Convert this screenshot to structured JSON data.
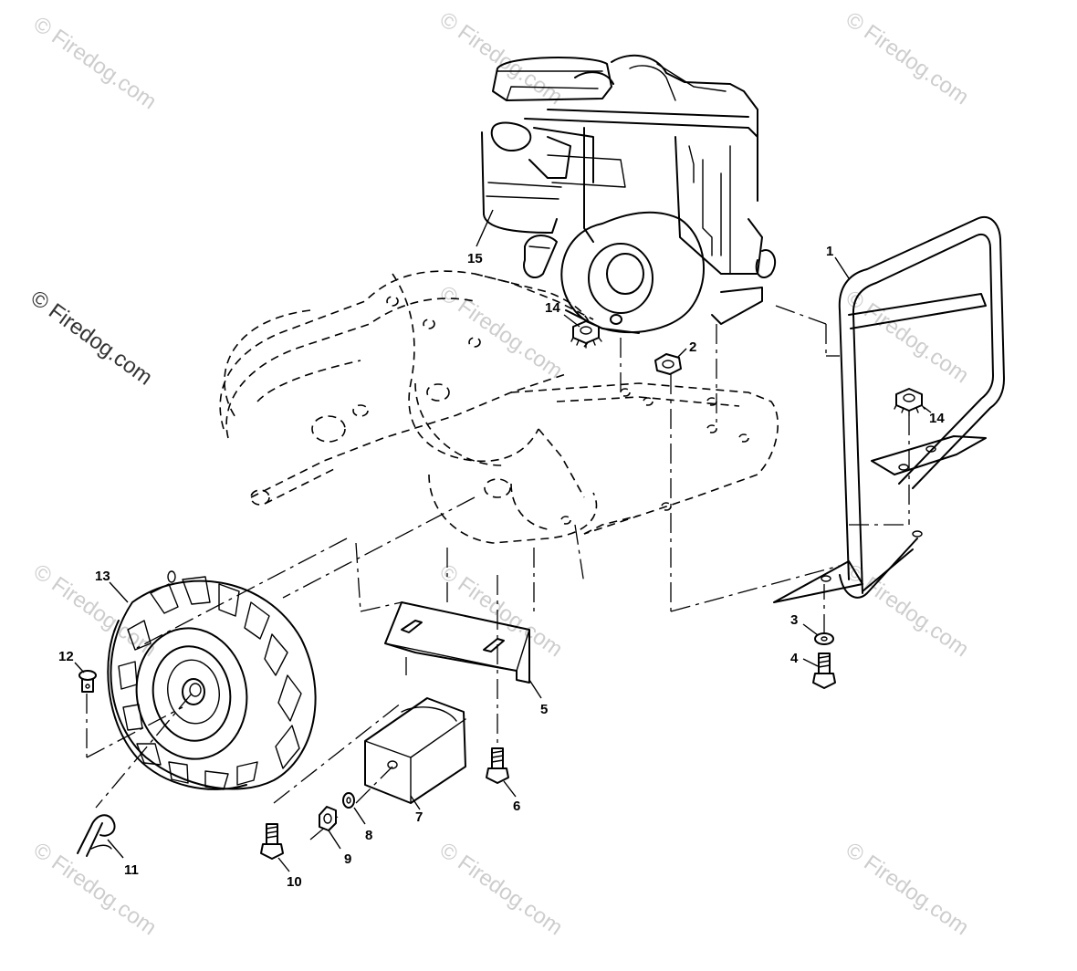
{
  "copyright_notice": "© Firedog.com",
  "watermark_text": "© Firedog.com",
  "callouts": [
    {
      "id": "c1",
      "number": "1",
      "part": "bumper-frame"
    },
    {
      "id": "c2",
      "number": "2",
      "part": "flange-nut"
    },
    {
      "id": "c3",
      "number": "3",
      "part": "washer"
    },
    {
      "id": "c4",
      "number": "4",
      "part": "hex-bolt"
    },
    {
      "id": "c5",
      "number": "5",
      "part": "mounting-bracket"
    },
    {
      "id": "c6",
      "number": "6",
      "part": "bracket-bolt"
    },
    {
      "id": "c7",
      "number": "7",
      "part": "weight-block"
    },
    {
      "id": "c8",
      "number": "8",
      "part": "lock-washer"
    },
    {
      "id": "c9",
      "number": "9",
      "part": "nut"
    },
    {
      "id": "c10",
      "number": "10",
      "part": "carriage-bolt"
    },
    {
      "id": "c11",
      "number": "11",
      "part": "hairpin-clip"
    },
    {
      "id": "c12",
      "number": "12",
      "part": "clevis-pin"
    },
    {
      "id": "c13",
      "number": "13",
      "part": "tire-wheel"
    },
    {
      "id": "c14a",
      "number": "14",
      "part": "lock-nut-engine"
    },
    {
      "id": "c14b",
      "number": "14",
      "part": "lock-nut-bumper"
    },
    {
      "id": "c15",
      "number": "15",
      "part": "engine"
    }
  ],
  "colors": {
    "ink": "#000000",
    "watermark": "#bdbdbd",
    "background": "#ffffff"
  }
}
